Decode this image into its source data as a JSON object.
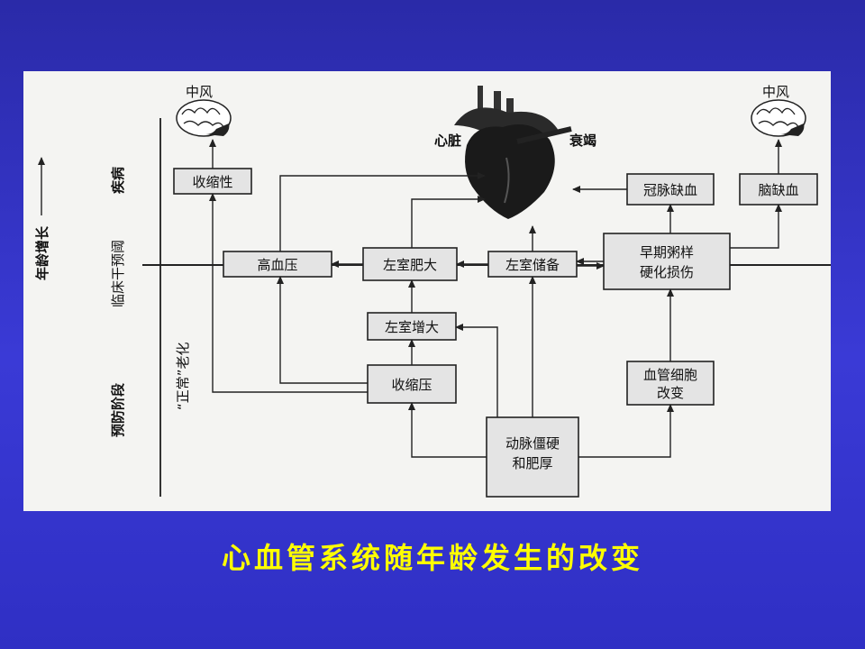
{
  "caption": "心血管系统随年龄发生的改变",
  "axis": {
    "title": "年龄增长",
    "stage_disease": "疾病",
    "stage_threshold": "临床干预阈",
    "stage_prevention": "预防阶段",
    "aging_label": "“正常”老化"
  },
  "outcomes": {
    "stroke_left": "中风",
    "stroke_right": "中风",
    "heart": "心脏",
    "failure": "衰竭"
  },
  "boxes": {
    "systolic": "收缩性",
    "hypertension": "高血压",
    "lvh": "左室肥大",
    "lv_reserve": "左室储备",
    "atherosclerosis_line1": "早期粥样",
    "atherosclerosis_line2": "硬化损伤",
    "coronary_ischemia": "冠脉缺血",
    "cerebral_ischemia": "脑缺血",
    "lv_enlarge": "左室增大",
    "systolic_pressure": "收缩压",
    "vascular_cell_line1": "血管细胞",
    "vascular_cell_line2": "改变",
    "arterial_line1": "动脉僵硬",
    "arterial_line2": "和肥厚"
  }
}
